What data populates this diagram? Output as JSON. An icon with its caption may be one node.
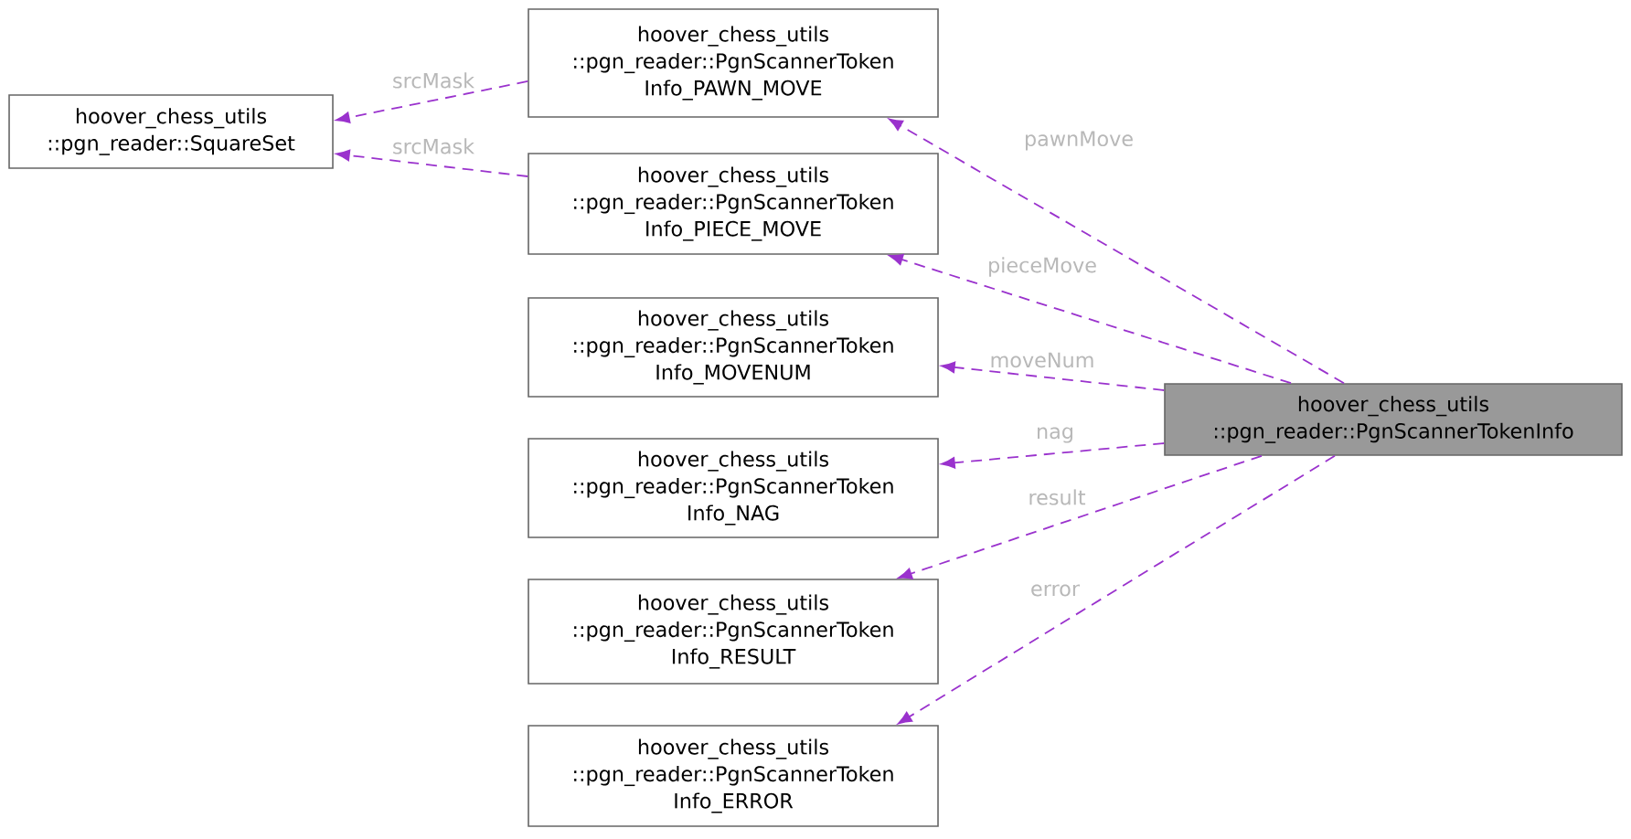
{
  "diagram": {
    "nodes": [
      {
        "text": [
          "hoover_chess_utils ::pgn_reader::SquareSet"
        ]
      },
      {
        "text": [
          "hoover_chess_utils ::pgn_reader::PgnScannerToken Info_PAWN_MOVE"
        ]
      },
      {
        "text": [
          "hoover_chess_utils ::pgn_reader::PgnScannerToken Info_PIECE_MOVE"
        ]
      },
      {
        "text": [
          "hoover_chess_utils ::pgn_reader::PgnScannerToken Info_MOVENUM"
        ]
      },
      {
        "text": [
          "hoover_chess_utils ::pgn_reader::PgnScannerToken Info_NAG"
        ]
      },
      {
        "text": [
          "hoover_chess_utils ::pgn_reader::PgnScannerToken Info_RESULT"
        ]
      },
      {
        "text": [
          "hoover_chess_utils ::pgn_reader::PgnScannerToken Info_ERROR"
        ]
      },
      {
        "text": [
          "hoover_chess_utils ::pgn_reader::PgnScannerTokenInfo"
        ]
      }
    ],
    "edges": [
      {
        "from": 1,
        "to": 0,
        "arrow": "to",
        "label": "srcMask",
        "style": "dashed"
      },
      {
        "from": 2,
        "to": 0,
        "arrow": "to",
        "label": "srcMask",
        "style": "dashed"
      },
      {
        "from": 7,
        "to": 1,
        "arrow": "to",
        "label": "pawnMove",
        "style": "dashed"
      },
      {
        "from": 7,
        "to": 2,
        "arrow": "to",
        "label": "pieceMove",
        "style": "dashed"
      },
      {
        "from": 7,
        "to": 3,
        "arrow": "to",
        "label": "moveNum",
        "style": "dashed"
      },
      {
        "from": 7,
        "to": 4,
        "arrow": "to",
        "label": "nag",
        "style": "dashed"
      },
      {
        "from": 7,
        "to": 5,
        "arrow": "to",
        "label": "result",
        "style": "dashed"
      },
      {
        "from": 7,
        "to": 6,
        "arrow": "to",
        "label": "error",
        "style": "dashed"
      }
    ]
  }
}
